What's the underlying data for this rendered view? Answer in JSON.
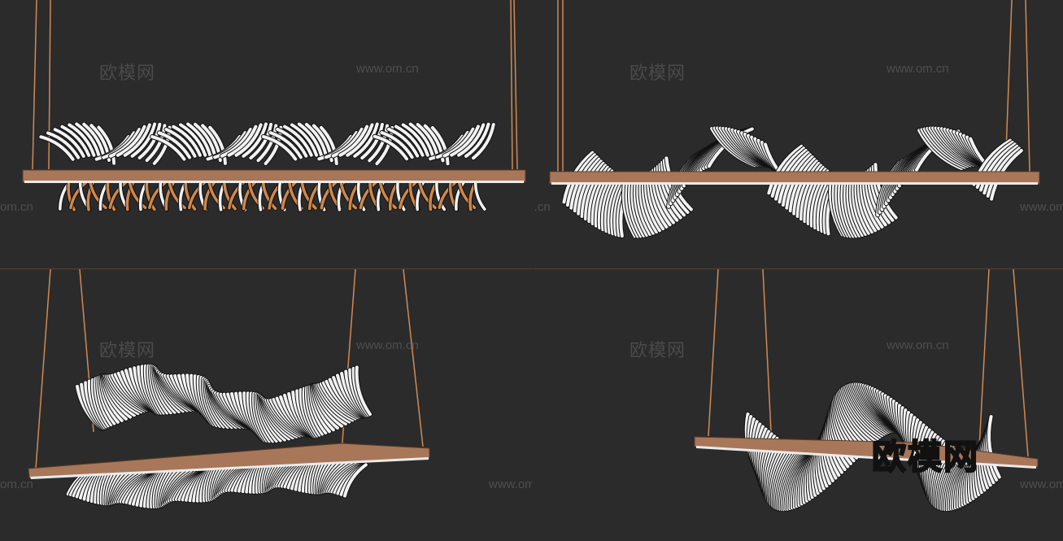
{
  "colors": {
    "background": "#2b2b2b",
    "frame": "#a8775a",
    "wire": "#d08a55",
    "feather": "#f2f2f2",
    "feather_gold": "#d0884a"
  },
  "watermarks": {
    "cn": "欧模网",
    "url": "www.om.cn",
    "url_partial": "om.cn",
    "big_cn": "欧模网"
  },
  "views": [
    {
      "name": "front-view",
      "style": "fan-pattern"
    },
    {
      "name": "perspective-view-top",
      "style": "braided"
    },
    {
      "name": "angled-view-left",
      "style": "wave"
    },
    {
      "name": "angled-view-right",
      "style": "braided"
    }
  ]
}
